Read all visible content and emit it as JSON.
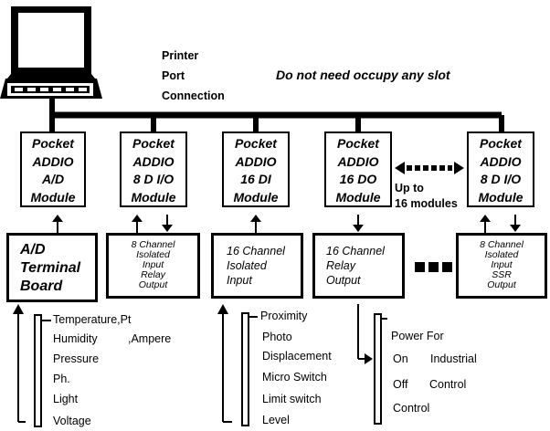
{
  "printer_port": [
    "Printer",
    "Port",
    "Connection"
  ],
  "note": "Do not need occupy any slot",
  "expand": [
    "Up to",
    "16 modules"
  ],
  "modules": [
    {
      "lines": [
        "Pocket",
        "ADDIO",
        "A/D",
        "Module"
      ]
    },
    {
      "lines": [
        "Pocket",
        "ADDIO",
        "8 D I/O",
        "Module"
      ]
    },
    {
      "lines": [
        "Pocket",
        "ADDIO",
        "16 DI",
        "Module"
      ]
    },
    {
      "lines": [
        "Pocket",
        "ADDIO",
        "16 DO",
        "Module"
      ]
    },
    {
      "lines": [
        "Pocket",
        "ADDIO",
        "8 D I/O",
        "Module"
      ]
    }
  ],
  "boards": [
    {
      "lines": [
        "A/D",
        "Terminal",
        "Board"
      ]
    },
    {
      "lines": [
        "8 Channel",
        "Isolated",
        "Input",
        "Relay",
        "Output"
      ]
    },
    {
      "lines": [
        "16 Channel",
        "Isolated",
        "Input"
      ]
    },
    {
      "lines": [
        "16 Channel",
        "Relay",
        "Output"
      ]
    },
    {
      "lines": [
        "8 Channel",
        "Isolated",
        "Input",
        "SSR",
        "Output"
      ]
    }
  ],
  "ad_inputs": [
    "Temperature,Pt",
    "Humidity",
    ",Ampere",
    "Pressure",
    "Ph.",
    "Light",
    "Voltage"
  ],
  "di_inputs": [
    "Proximity",
    "Photo",
    "Displacement",
    "Micro Switch",
    "Limit switch",
    "Level"
  ],
  "do_outputs": [
    "Power For",
    "On",
    "Industrial",
    "Off",
    "Control",
    "Control"
  ]
}
